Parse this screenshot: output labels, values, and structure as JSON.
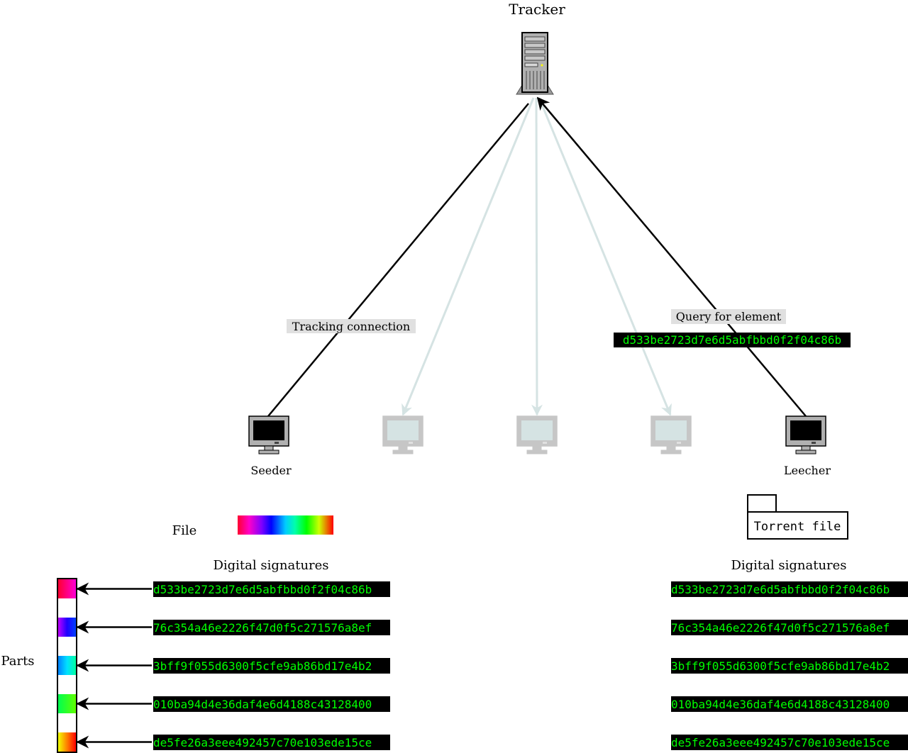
{
  "colors": {
    "line_active": "#000000",
    "line_inactive": "#d5e3e3",
    "hash_text": "#00ff00",
    "hash_bg": "#000000",
    "label_bg": "#e0e0e0"
  },
  "tracker": {
    "label": "Tracker",
    "icon": "server-tower-icon"
  },
  "connection_labels": {
    "tracking": "Tracking connection",
    "query": "Query for element",
    "query_hash": "d533be2723d7e6d5abfbbd0f2f04c86b"
  },
  "peers": {
    "seeder_label": "Seeder",
    "leecher_label": "Leecher",
    "icon": "computer-monitor-icon"
  },
  "file": {
    "label": "File",
    "icon": "rainbow-gradient-bar"
  },
  "torrent_file": {
    "label": "Torrent file",
    "icon": "folder-icon"
  },
  "parts_label": "Parts",
  "signatures": {
    "left_title": "Digital signatures",
    "right_title": "Digital signatures",
    "hashes": [
      "d533be2723d7e6d5abfbbd0f2f04c86b",
      "76c354a46e2226f47d0f5c271576a8ef",
      "3bff9f055d6300f5cfe9ab86bd17e4b2",
      "010ba94d4e36daf4e6d4188c43128400",
      "de5fe26a3eee492457c70e103ede15ce"
    ]
  }
}
